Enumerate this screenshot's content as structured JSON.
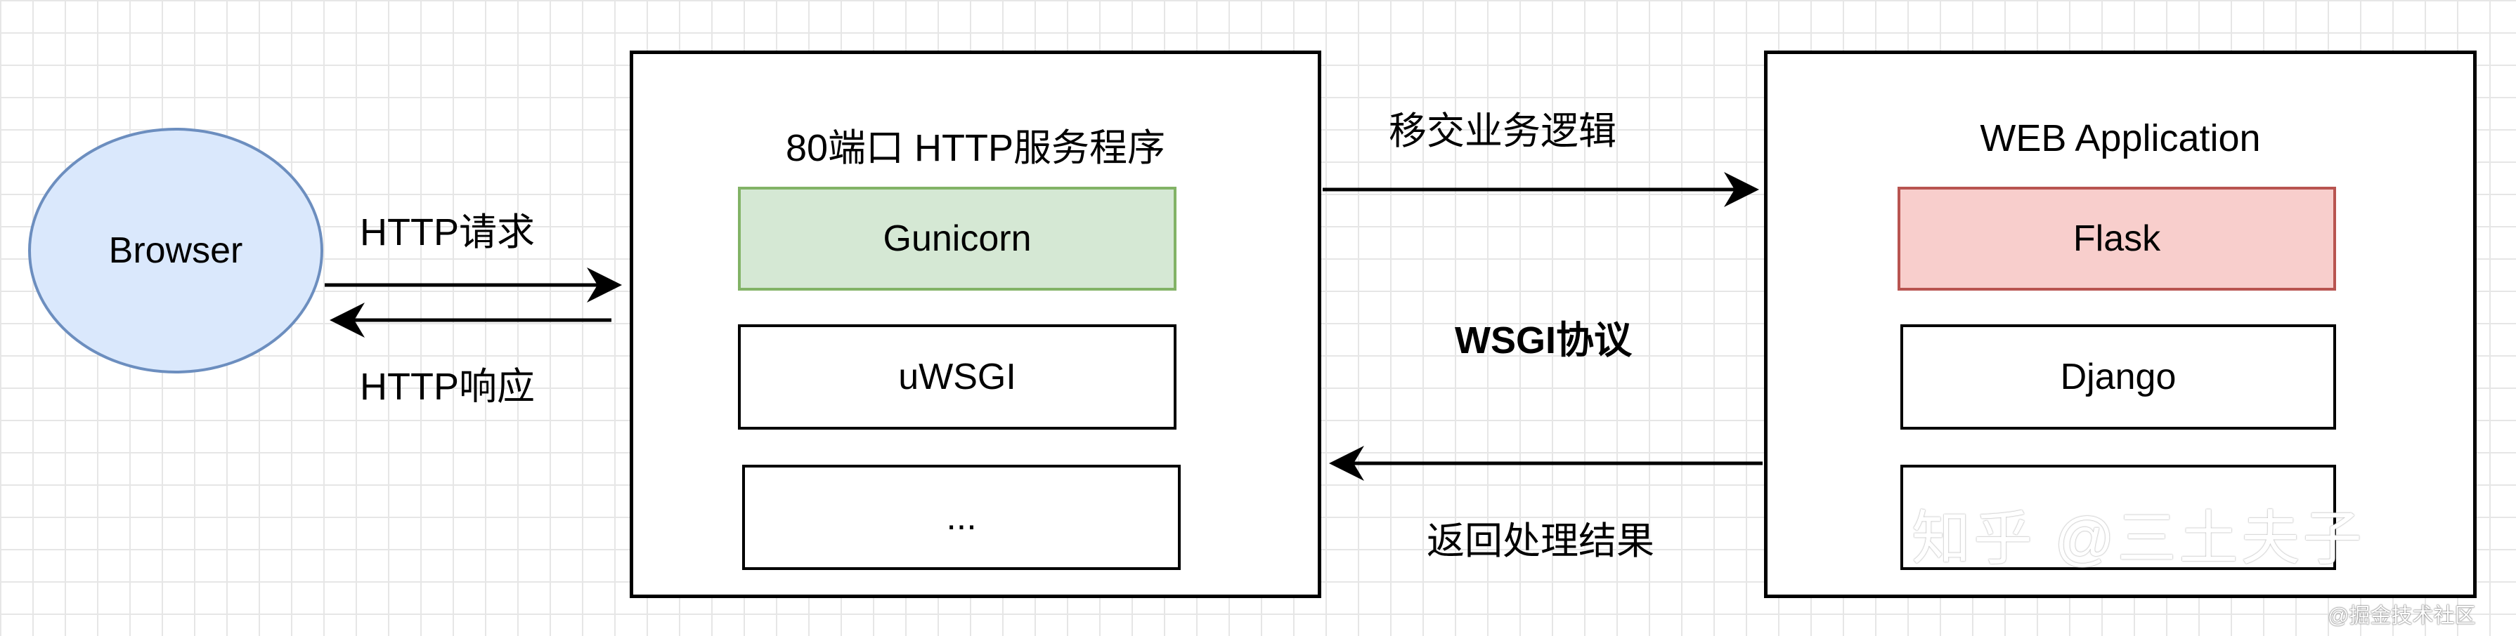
{
  "browser": {
    "label": "Browser"
  },
  "server": {
    "title": "80端口 HTTP服务程序",
    "items": [
      {
        "label": "Gunicorn"
      },
      {
        "label": "uWSGI"
      },
      {
        "label": "..."
      }
    ]
  },
  "app": {
    "title": "WEB Application",
    "items": [
      {
        "label": "Flask"
      },
      {
        "label": "Django"
      },
      {
        "label": ""
      }
    ]
  },
  "edges": {
    "http_request": "HTTP请求",
    "http_response": "HTTP响应",
    "hand_off": "移交业务逻辑",
    "wsgi": "WSGI协议",
    "return_result": "返回处理结果"
  },
  "colors": {
    "browser_fill": "#dae8fc",
    "browser_stroke": "#6c8ebf",
    "gunicorn_fill": "#d5e8d4",
    "gunicorn_stroke": "#82b366",
    "flask_fill": "#f8cecc",
    "flask_stroke": "#b85450"
  },
  "watermarks": {
    "zhihu": "知乎 @三土夫子",
    "juejin": "@掘金技术社区"
  }
}
